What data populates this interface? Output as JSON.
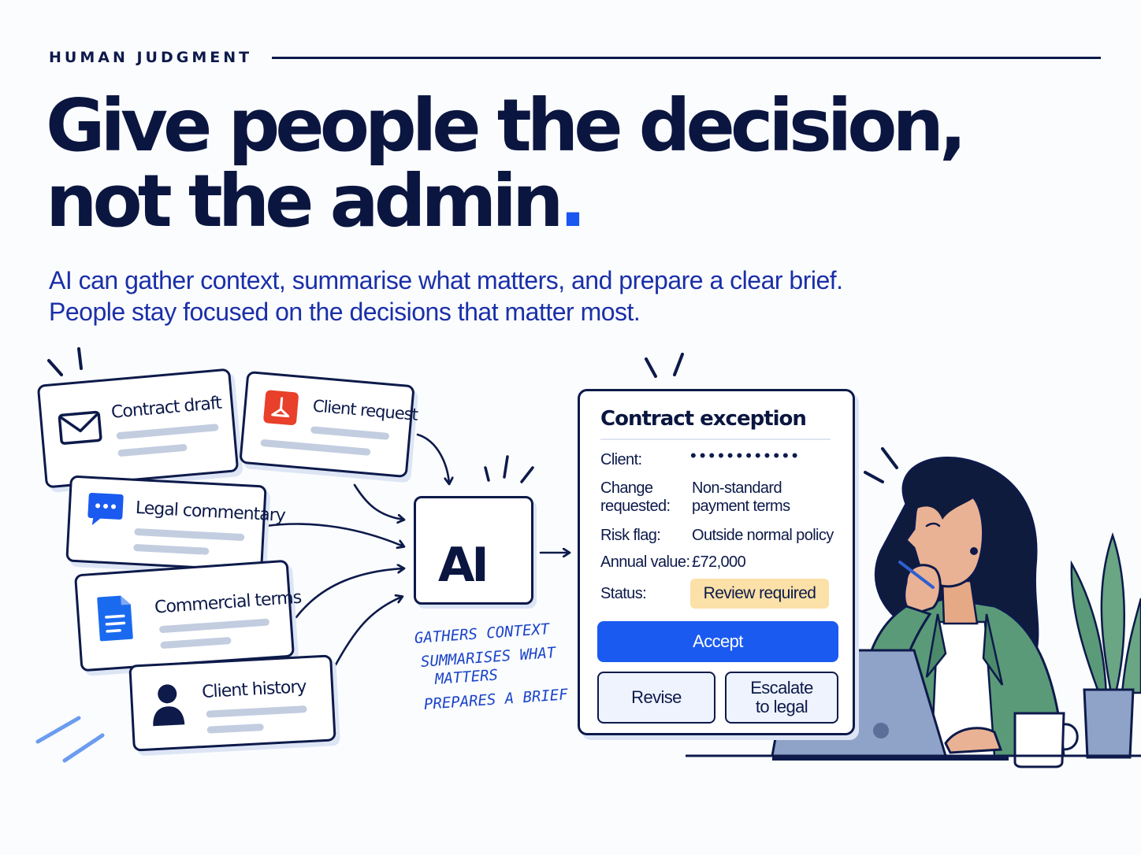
{
  "eyebrow": "HUMAN JUDGMENT",
  "headline": {
    "line1": "Give people the decision,",
    "line2": "not the admin",
    "dot": "."
  },
  "subtext": {
    "line1": "AI can gather context, summarise what matters, and prepare a clear brief.",
    "line2": "People stay focused on the decisions that matter most."
  },
  "sources": [
    {
      "label": "Contract draft",
      "icon": "envelope-icon"
    },
    {
      "label": "Client request",
      "icon": "pdf-icon"
    },
    {
      "label": "Legal commentary",
      "icon": "chat-bubble-icon"
    },
    {
      "label": "Commercial terms",
      "icon": "document-icon"
    },
    {
      "label": "Client history",
      "icon": "person-icon"
    }
  ],
  "ai": {
    "label": "AI",
    "notes": [
      "GATHERS CONTEXT",
      "SUMMARISES WHAT",
      "MATTERS",
      "PREPARES A BRIEF"
    ]
  },
  "panel": {
    "title": "Contract exception",
    "client_label": "Client:",
    "client_value": "••••••••••••",
    "change_label_1": "Change",
    "change_label_2": "requested:",
    "change_value_1": "Non-standard",
    "change_value_2": "payment terms",
    "risk_label": "Risk flag:",
    "risk_value": "Outside normal policy",
    "annual_label": "Annual value:",
    "annual_value": "£72,000",
    "status_label": "Status:",
    "status_value": "Review required",
    "accept": "Accept",
    "revise": "Revise",
    "escalate_1": "Escalate",
    "escalate_2": "to legal"
  },
  "colors": {
    "navy": "#0b1640",
    "accent_blue": "#1a5af0",
    "text_blue": "#1a2fa8",
    "status_amber": "#fbe0a8",
    "jacket_green": "#5a9a78",
    "plant_green": "#6aa584",
    "pdf_red": "#e8402a"
  }
}
